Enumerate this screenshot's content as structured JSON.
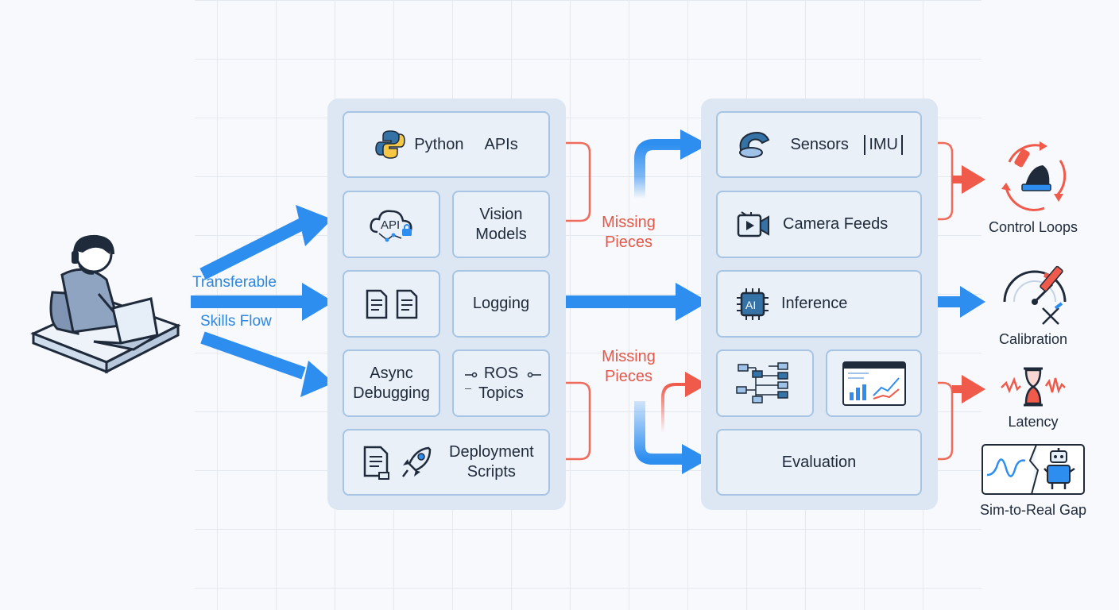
{
  "left_flow": {
    "line1": "Transferable",
    "line2": "Skills Flow"
  },
  "skills": {
    "python": {
      "text": "Python",
      "apis": "APIs"
    },
    "vision_models": "Vision\nModels",
    "api_icon_text": "API",
    "logging": "Logging",
    "async_debugging": "Async\nDebugging",
    "ros_topics": "ROS\nTopics",
    "deployment_scripts": "Deployment\nScripts"
  },
  "missing_pieces": {
    "top": "Missing\nPieces",
    "bottom": "Missing\nPieces"
  },
  "robotics": {
    "sensors": "Sensors",
    "imu": "IMU",
    "camera_feeds": "Camera Feeds",
    "ai_chip": "AI",
    "inference": "Inference",
    "evaluation": "Evaluation"
  },
  "outcomes": {
    "control_loops": "Control Loops",
    "calibration": "Calibration",
    "latency": "Latency",
    "sim_to_real": "Sim-to-Real Gap"
  },
  "colors": {
    "blue_arrow": "#2e8ef0",
    "red_arrow": "#ef5a4a",
    "card_border": "#a7c4e4",
    "panel": "#dde7f3"
  }
}
